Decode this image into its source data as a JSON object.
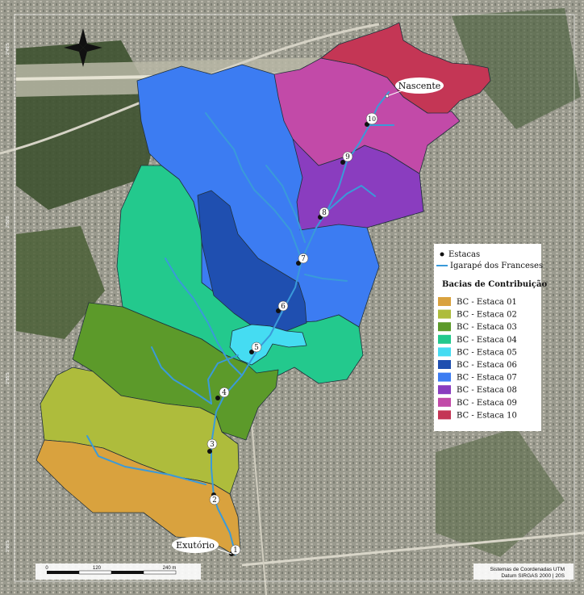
{
  "legend": {
    "points_label": "Estacas",
    "stream_label": "Igarapé dos Franceses",
    "basins_title": "Bacias de Contribuição",
    "items": [
      {
        "label": "BC - Estaca 01",
        "color": "#d9a23e"
      },
      {
        "label": "BC - Estaca 02",
        "color": "#aebc3c"
      },
      {
        "label": "BC - Estaca 03",
        "color": "#5c9a2a"
      },
      {
        "label": "BC - Estaca 04",
        "color": "#23c98d"
      },
      {
        "label": "BC - Estaca 05",
        "color": "#45dcf2"
      },
      {
        "label": "BC - Estaca 06",
        "color": "#1f4fb0"
      },
      {
        "label": "BC - Estaca 07",
        "color": "#3c7cf2"
      },
      {
        "label": "BC - Estaca 08",
        "color": "#8a3dbf"
      },
      {
        "label": "BC - Estaca 09",
        "color": "#c24aa8"
      },
      {
        "label": "BC - Estaca 10",
        "color": "#c43655"
      }
    ]
  },
  "callouts": {
    "source": "Nascente",
    "outlet": "Exutório"
  },
  "stations": [
    "1",
    "2",
    "3",
    "4",
    "5",
    "6",
    "7",
    "8",
    "9",
    "10"
  ],
  "scalebar": {
    "ticks": [
      "0",
      "120",
      "240 m"
    ]
  },
  "crs": {
    "line1": "Sistemas de Coordenadas UTM",
    "line2": "Datum SIRGAS 2000 | 20S"
  },
  "grid_labels": {
    "top": "2°45'S",
    "mid1": "2°50'S",
    "mid2": "2°55'S",
    "bottom": "3°00'S"
  },
  "colors": {
    "stream": "#3a9ad9",
    "imagery_base": "#7d8270",
    "urban": "#9a9a8e",
    "forest": "#3e5230"
  },
  "north_arrow": "north-arrow"
}
